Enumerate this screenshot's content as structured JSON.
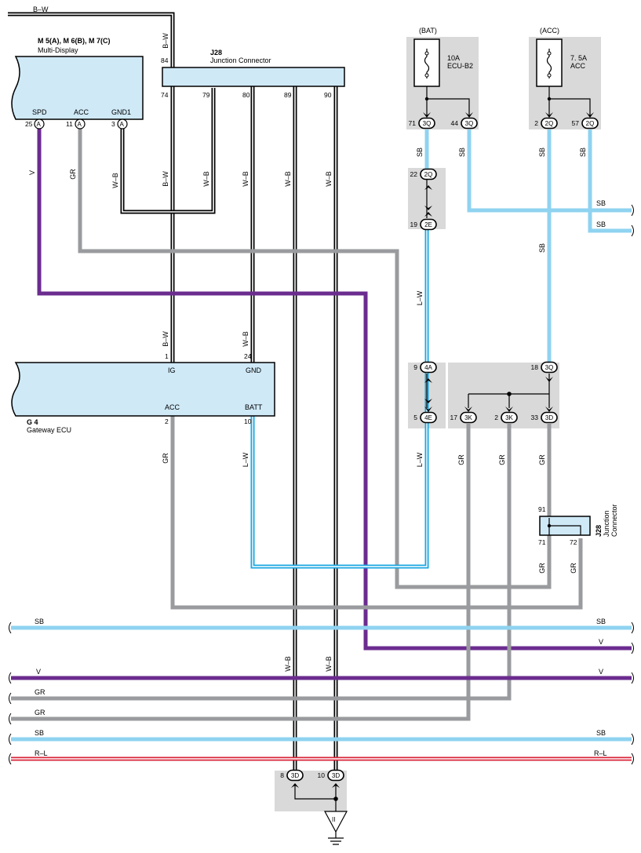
{
  "colors": {
    "B-W": "#000000",
    "W-B": "#000000",
    "V": "#6b2c8f",
    "GR": "#9a9b9e",
    "SB": "#8fd3f0",
    "L-W": "#1aa7e0",
    "R-L": "#d8263a",
    "component_fill": "#cfe9f7",
    "splice_box": "#d9d9d9"
  },
  "components": {
    "multi_display": {
      "code": "M 5(A), M 6(B), M 7(C)",
      "name": "Multi-Display",
      "pins": {
        "spd": "SPD",
        "acc": "ACC",
        "gnd1": "GND1"
      },
      "pin_numbers": {
        "spd": "25",
        "acc": "11",
        "gnd1": "3"
      },
      "connector": "A"
    },
    "j28_top": {
      "code": "J28",
      "name": "Junction Connector",
      "pins": [
        "84",
        "74",
        "79",
        "80",
        "89",
        "90"
      ]
    },
    "gateway_ecu": {
      "code": "G 4",
      "name": "Gateway ECU",
      "pins": {
        "ig": "IG",
        "gnd": "GND",
        "acc": "ACC",
        "batt": "BATT"
      },
      "pin_numbers": {
        "ig": "1",
        "gnd": "24",
        "acc": "2",
        "batt": "10"
      }
    },
    "j28_right": {
      "code": "J28",
      "name": "Junction Connector",
      "pins": [
        "91",
        "71",
        "72"
      ]
    },
    "fuse_bat": {
      "header": "(BAT)",
      "rating": "10A",
      "name": "ECU-B2"
    },
    "fuse_acc": {
      "header": "(ACC)",
      "rating": "7. 5A",
      "name": "ACC"
    }
  },
  "connectors": {
    "c71_3q": {
      "num": "71",
      "code": "3Q"
    },
    "c44_3q": {
      "num": "44",
      "code": "3Q"
    },
    "c2_2q": {
      "num": "2",
      "code": "2Q"
    },
    "c57_2q": {
      "num": "57",
      "code": "2Q"
    },
    "c22_2q": {
      "num": "22",
      "code": "2Q"
    },
    "c19_2e": {
      "num": "19",
      "code": "2E"
    },
    "c9_4a": {
      "num": "9",
      "code": "4A"
    },
    "c5_4e": {
      "num": "5",
      "code": "4E"
    },
    "c18_3q": {
      "num": "18",
      "code": "3Q"
    },
    "c17_3k": {
      "num": "17",
      "code": "3K"
    },
    "c2_3k": {
      "num": "2",
      "code": "3K"
    },
    "c33_3d": {
      "num": "33",
      "code": "3D"
    },
    "c8_3d": {
      "num": "8",
      "code": "3D"
    },
    "c10_3d": {
      "num": "10",
      "code": "3D"
    }
  },
  "wire_labels": {
    "bw_top": "B–W",
    "bw_a": "B–W",
    "bw_b": "B–W",
    "bw_c": "B–W",
    "v_left": "V",
    "gr_left": "GR",
    "wb_gnd1": "W–B",
    "wb_79": "W–B",
    "wb_80": "W–B",
    "wb_89": "W–B",
    "wb_90": "W–B",
    "wb_24": "W–B",
    "wb_89b": "W–B",
    "wb_90b": "W–B",
    "gr_acc": "GR",
    "lw_batt": "L–W",
    "sb_71": "SB",
    "sb_44": "SB",
    "sb_2q": "SB",
    "sb_57": "SB",
    "sb_out1": "SB",
    "sb_out2": "SB",
    "lw_19": "L–W",
    "lw_5": "L–W",
    "gr_17": "GR",
    "gr_2k": "GR",
    "gr_33": "GR",
    "gr_71": "GR",
    "gr_72": "GR",
    "bus_sb1_l": "SB",
    "bus_sb1_r": "SB",
    "bus_v1_r": "V",
    "bus_v2_l": "V",
    "bus_v2_r": "V",
    "bus_gr1_l": "GR",
    "bus_gr2_l": "GR",
    "bus_sb2_l": "SB",
    "bus_sb2_r": "SB",
    "bus_rl_l": "R–L",
    "bus_rl_r": "R–L"
  },
  "ground": {
    "symbol": "II"
  }
}
